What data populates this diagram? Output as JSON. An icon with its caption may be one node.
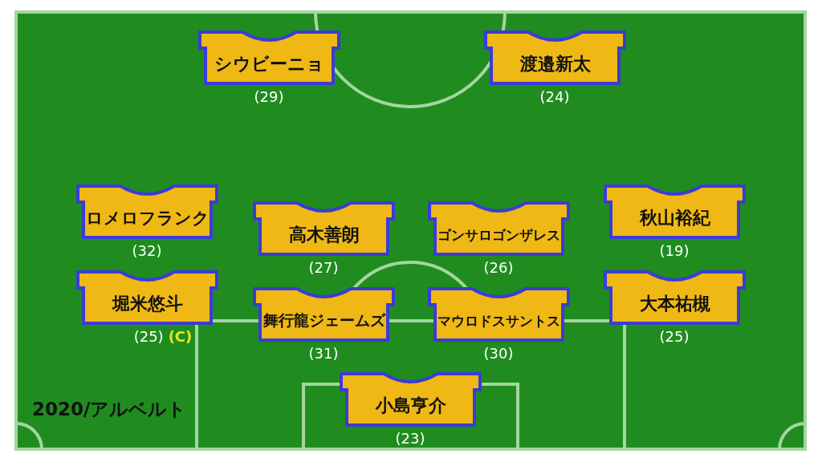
{
  "diagram": {
    "nodes": [
      {
        "text": [
          "シウビーニョ"
        ],
        "beside": [
          "(29)"
        ]
      },
      {
        "text": [
          "渡邉新太"
        ],
        "beside": [
          "(24)"
        ]
      },
      {
        "text": [
          "ロメロフランク"
        ],
        "beside": [
          "(32)"
        ]
      },
      {
        "text": [
          "高木善朗"
        ],
        "beside": [
          "(27)"
        ]
      },
      {
        "text": [
          "ゴンサロゴンザレス"
        ],
        "beside": [
          "(26)"
        ]
      },
      {
        "text": [
          "秋山裕紀"
        ],
        "beside": [
          "(19)"
        ]
      },
      {
        "text": [
          "堀米悠斗"
        ],
        "beside": [
          "(25)",
          "(C)"
        ]
      },
      {
        "text": [
          "舞行龍ジェームズ"
        ],
        "beside": [
          "(31)"
        ]
      },
      {
        "text": [
          "マウロドスサントス"
        ],
        "beside": [
          "(30)"
        ]
      },
      {
        "text": [
          "大本祐槻"
        ],
        "beside": [
          "(25)"
        ]
      },
      {
        "text": [
          "小島亨介"
        ],
        "beside": [
          "(23)"
        ]
      }
    ],
    "labels": [
      "2020/アルベルト"
    ]
  }
}
